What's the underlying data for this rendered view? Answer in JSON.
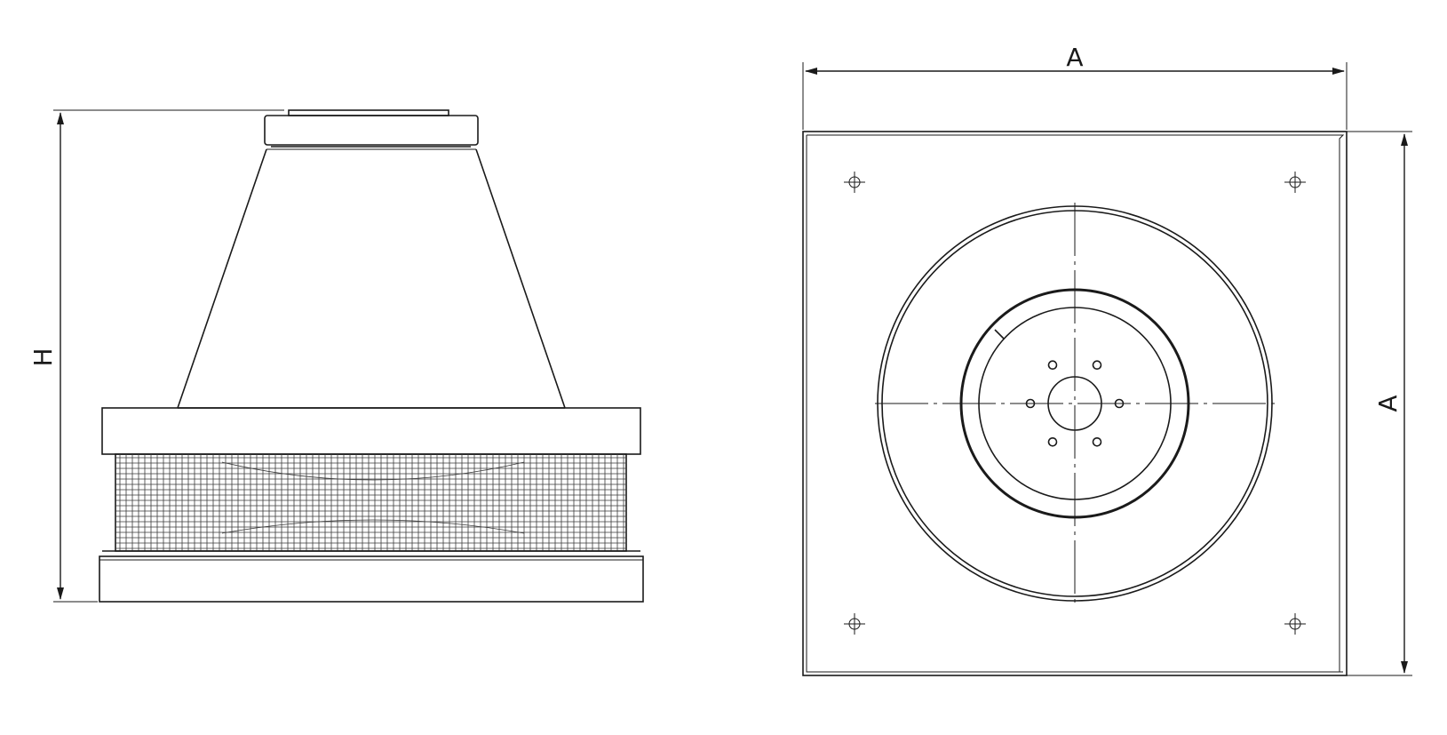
{
  "side_view": {
    "height_label": "H"
  },
  "top_view": {
    "width_label": "A",
    "depth_label": "A",
    "bolt_holes_on_flange": 6,
    "plate_mount_holes": 4
  }
}
